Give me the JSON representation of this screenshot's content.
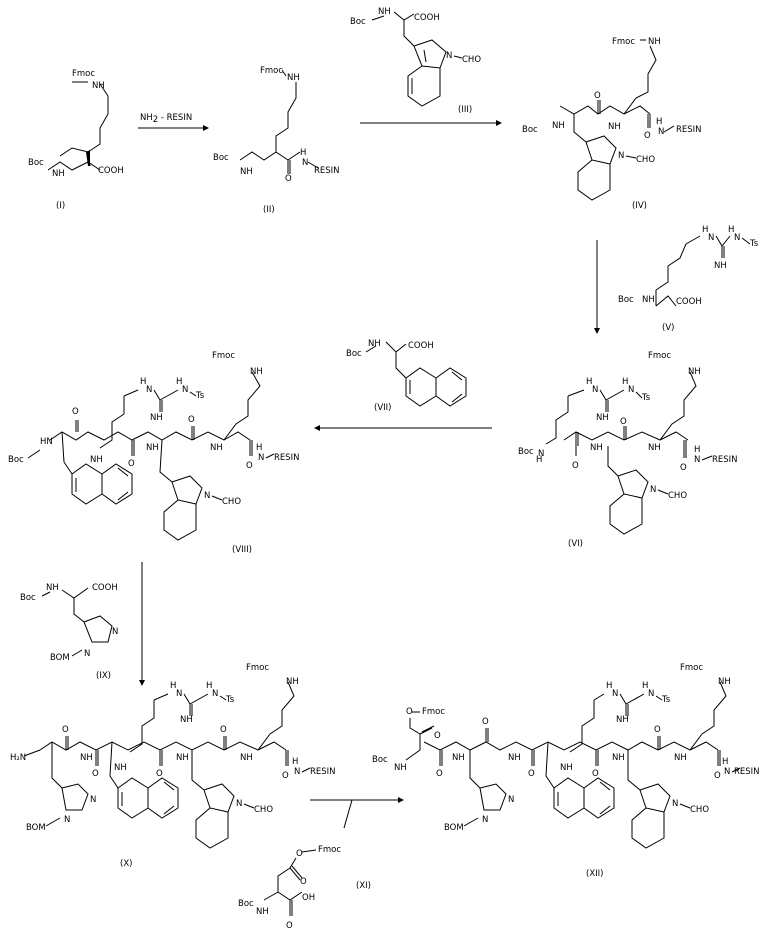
{
  "scheme": {
    "reagent_resin": "NH",
    "reagent_resin_sub": "2",
    "reagent_resin_tail": " - RESIN"
  },
  "atom_labels": {
    "fmoc": "Fmoc",
    "boc": "Boc",
    "nh": "NH",
    "n": "N",
    "h": "H",
    "o": "O",
    "cooh": "COOH",
    "oh": "OH",
    "resin": "RESIN",
    "n_cho": "N",
    "cho": "CHO",
    "ts": "Ts",
    "hn": "HN",
    "h2n": "H₂N",
    "bom": "BOM"
  },
  "compounds": [
    {
      "id": "I",
      "label": "(I)"
    },
    {
      "id": "II",
      "label": "(II)"
    },
    {
      "id": "III",
      "label": "(III)"
    },
    {
      "id": "IV",
      "label": "(IV)"
    },
    {
      "id": "V",
      "label": "(V)"
    },
    {
      "id": "VI",
      "label": "(VI)"
    },
    {
      "id": "VII",
      "label": "(VII)"
    },
    {
      "id": "VIII",
      "label": "(VIII)"
    },
    {
      "id": "IX",
      "label": "(IX)"
    },
    {
      "id": "X",
      "label": "(X)"
    },
    {
      "id": "XI",
      "label": "(XI)"
    },
    {
      "id": "XII",
      "label": "(XII)"
    }
  ]
}
